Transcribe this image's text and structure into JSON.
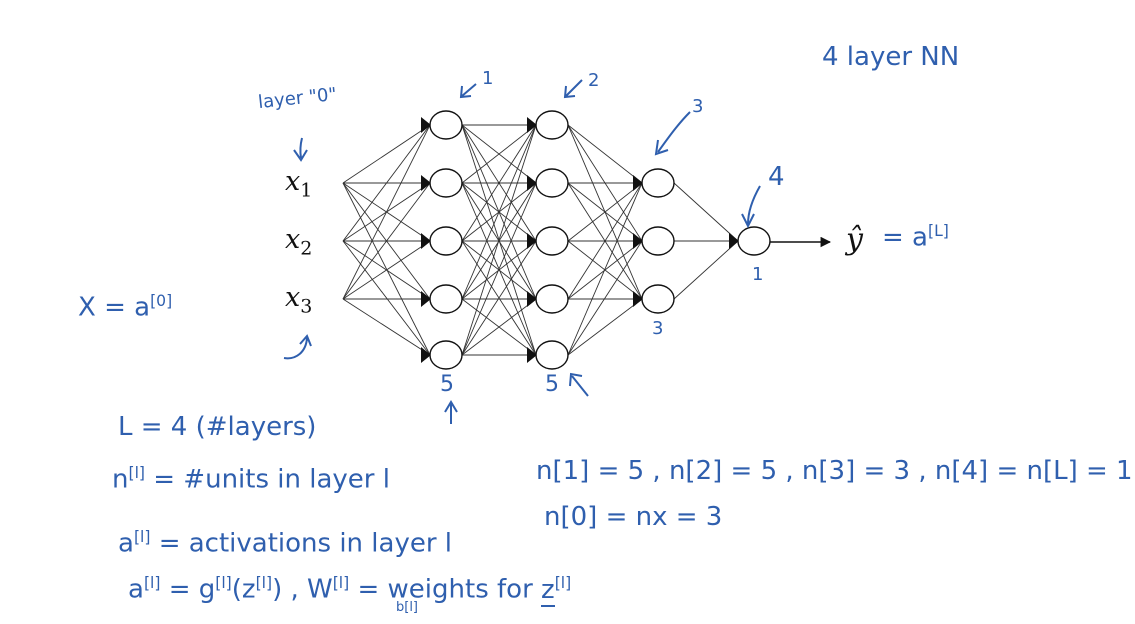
{
  "title": "4 layer NN",
  "input_layer_label": "layer \"0\"",
  "inputs": [
    {
      "name": "x",
      "sub": "1"
    },
    {
      "name": "x",
      "sub": "2"
    },
    {
      "name": "x",
      "sub": "3"
    }
  ],
  "layers": [
    {
      "units": 5,
      "top_label": "1",
      "bottom_label": "5"
    },
    {
      "units": 5,
      "top_label": "2",
      "bottom_label": "5"
    },
    {
      "units": 3,
      "top_label": "3",
      "bottom_label": "3"
    },
    {
      "units": 1,
      "top_label": "4",
      "bottom_label": "1"
    }
  ],
  "output": {
    "yhat": "ŷ",
    "rhs": "= a",
    "rhs_sup": "[L]"
  },
  "input_eq": {
    "lhs": "X = a",
    "sup": "[0]"
  },
  "notes": [
    {
      "text": "L = 4   (#layers)"
    },
    {
      "text": "n",
      "sup": "[l]",
      "rest": " = #units  in  layer l"
    },
    {
      "text": "a",
      "sup": "[l]",
      "rest": " = activations  in  layer l"
    },
    {
      "text": "a",
      "sup": "[l]",
      "rest": " = g",
      "sup2": "[l]",
      "rest2": "(z",
      "sup3": "[l]",
      "rest3": ") ,   W",
      "sup4": "[l]",
      "rest4": " = weights  for  ",
      "und": "z",
      "sup5": "[l]"
    }
  ],
  "b_label": "b[l]",
  "unit_counts": "n[1] = 5 ,  n[2] = 5 ,  n[3] = 3 ,  n[4] = n[L] = 1",
  "n0": "n[0] = nx = 3"
}
